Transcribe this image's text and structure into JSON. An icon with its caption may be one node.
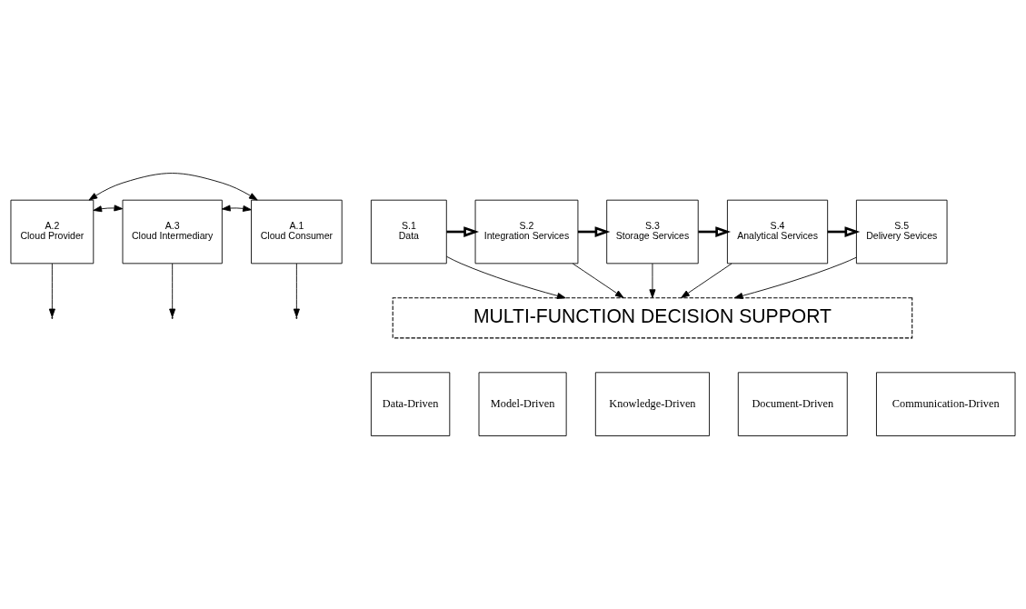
{
  "diagram": {
    "nodes": [
      {
        "text": [
          "A.2",
          "Cloud Provider"
        ]
      },
      {
        "text": [
          "A.3",
          "Cloud Intermediary"
        ]
      },
      {
        "text": [
          "A.1",
          "Cloud Consumer"
        ]
      },
      {
        "text": [
          "S.1",
          "Data"
        ]
      },
      {
        "text": [
          "S.2",
          "Integration Services"
        ]
      },
      {
        "text": [
          "S.3",
          "Storage Services"
        ]
      },
      {
        "text": [
          "S.4",
          "Analytical Services"
        ]
      },
      {
        "text": [
          "S.5",
          "Delivery Sevices"
        ]
      },
      {
        "text": [
          "MULTI-FUNCTION DECISION SUPPORT"
        ]
      },
      {
        "text": [
          "Data-Driven"
        ]
      },
      {
        "text": [
          "Model-Driven"
        ]
      },
      {
        "text": [
          "Knowledge-Driven"
        ]
      },
      {
        "text": [
          "Document-Driven"
        ]
      },
      {
        "text": [
          "Communication-Driven"
        ]
      }
    ],
    "edges": [
      {
        "from": 0,
        "to": 2,
        "arrow": "both"
      },
      {
        "from": 0,
        "to": 1,
        "arrow": "both"
      },
      {
        "from": 1,
        "to": 2,
        "arrow": "both"
      },
      {
        "from": 0,
        "to": null,
        "arrow": "to"
      },
      {
        "from": 1,
        "to": null,
        "arrow": "to"
      },
      {
        "from": 2,
        "to": null,
        "arrow": "to"
      },
      {
        "from": 3,
        "to": 4,
        "arrow": "to",
        "style": "thick"
      },
      {
        "from": 4,
        "to": 5,
        "arrow": "to",
        "style": "thick"
      },
      {
        "from": 5,
        "to": 6,
        "arrow": "to",
        "style": "thick"
      },
      {
        "from": 6,
        "to": 7,
        "arrow": "to",
        "style": "thick"
      },
      {
        "from": 3,
        "to": 8,
        "arrow": "to"
      },
      {
        "from": 4,
        "to": 8,
        "arrow": "to"
      },
      {
        "from": 5,
        "to": 8,
        "arrow": "to"
      },
      {
        "from": 6,
        "to": 8,
        "arrow": "to"
      },
      {
        "from": 7,
        "to": 8,
        "arrow": "to"
      }
    ]
  }
}
